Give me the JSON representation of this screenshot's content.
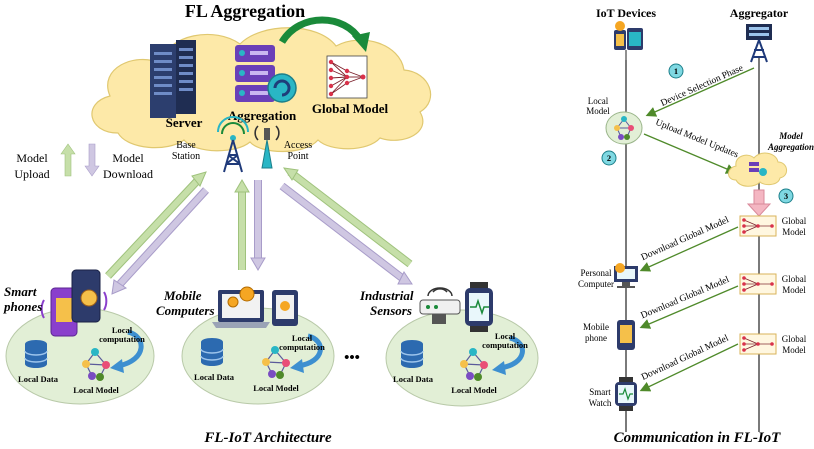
{
  "left": {
    "title": "FL Aggregation",
    "server_label": "Server",
    "aggregation_label": "Aggregation",
    "global_model_label": "Global Model",
    "base_station_label_1": "Base",
    "base_station_label_2": "Station",
    "access_point_label_1": "Access",
    "access_point_label_2": "Point",
    "legend_upload_1": "Model",
    "legend_upload_2": "Upload",
    "legend_download_1": "Model",
    "legend_download_2": "Download",
    "groups": [
      {
        "title_1": "Smart",
        "title_2": "phones",
        "local_data": "Local Data",
        "local_model": "Local Model",
        "computation_1": "Local",
        "computation_2": "computation"
      },
      {
        "title_1": "Mobile",
        "title_2": "Computers",
        "local_data": "Local Data",
        "local_model": "Local Model",
        "computation_1": "Local",
        "computation_2": "computation"
      },
      {
        "title_1": "Industrial",
        "title_2": "Sensors",
        "local_data": "Local Data",
        "local_model": "Local Model",
        "computation_1": "Local",
        "computation_2": "computation"
      }
    ],
    "ellipsis": "•••",
    "caption": "FL-IoT Architecture"
  },
  "right": {
    "iot_devices": "IoT Devices",
    "aggregator": "Aggregator",
    "local_model_1": "Local",
    "local_model_2": "Model",
    "model_aggregation_1": "Model",
    "model_aggregation_2": "Aggregation",
    "step1": "1",
    "step2": "2",
    "step3": "3",
    "device_selection": "Device Selection Phase",
    "upload_updates": "Upload Model Updates",
    "download_global": "Download Global Model",
    "global_model_1": "Global",
    "global_model_2": "Model",
    "personal_computer_1": "Personal",
    "personal_computer_2": "Computer",
    "mobile_phone_1": "Mobile",
    "mobile_phone_2": "phone",
    "smart_watch_1": "Smart",
    "smart_watch_2": "Watch",
    "caption": "Communication in FL-IoT"
  },
  "colors": {
    "cloud": "#fde9a8",
    "ellipse": "#e2efd6",
    "upload_arrow": "#c6dfa9",
    "download_arrow": "#cfc7e2",
    "green_line": "#4f8a2a",
    "teal": "#29b6c5",
    "purple": "#6a3fb8"
  }
}
